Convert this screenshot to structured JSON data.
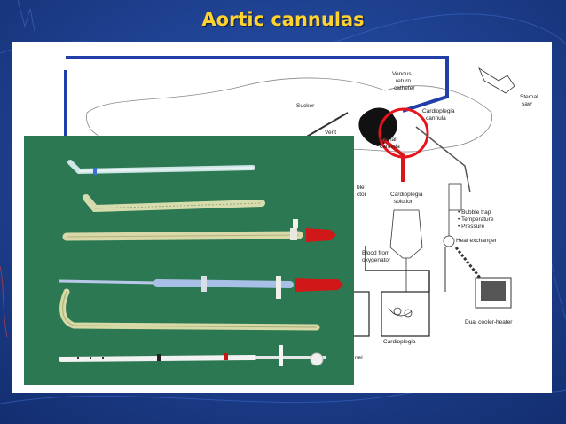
{
  "slide": {
    "title": "Aortic cannulas",
    "colors": {
      "background": "#1c3e8e",
      "title": "#ffd22e",
      "circuit_line": "#1f3ea8",
      "arterial_line": "#d81818",
      "highlight_circle": "#e8141c",
      "photo_drape": "#2f7d57"
    }
  },
  "diagram": {
    "labels": {
      "venous_return": [
        "Venous",
        "return",
        "catheter"
      ],
      "sucker": "Sucker",
      "vent": "Vent",
      "arterial": [
        "Arterial",
        "cannula"
      ],
      "cardioplegia_cannula": [
        "Cardioplegia",
        "cannula"
      ],
      "sternal": [
        "Sternal",
        "saw"
      ],
      "bubble_fragment": [
        "ble",
        "ctor"
      ],
      "cardioplegia_solution": [
        "Cardioplegia",
        "solution"
      ],
      "bubble_trap": "• Bubble trap",
      "temperature": "• Temperature",
      "pressure": "• Pressure",
      "heat_exchanger": "Heat exchanger",
      "blood_from": [
        "Blood from",
        "oxygenator"
      ],
      "cardioplegia": "Cardioplegia",
      "heater": "Dual cooler-heater",
      "nel_fragment": "nel"
    }
  },
  "photo": {
    "icons": [
      "cannula-angled-tip-icon",
      "cannula-reinforced-icon",
      "cannula-red-cap-icon",
      "cannula-long-tip-icon",
      "cannula-curved-icon",
      "cannula-graduated-icon"
    ]
  }
}
